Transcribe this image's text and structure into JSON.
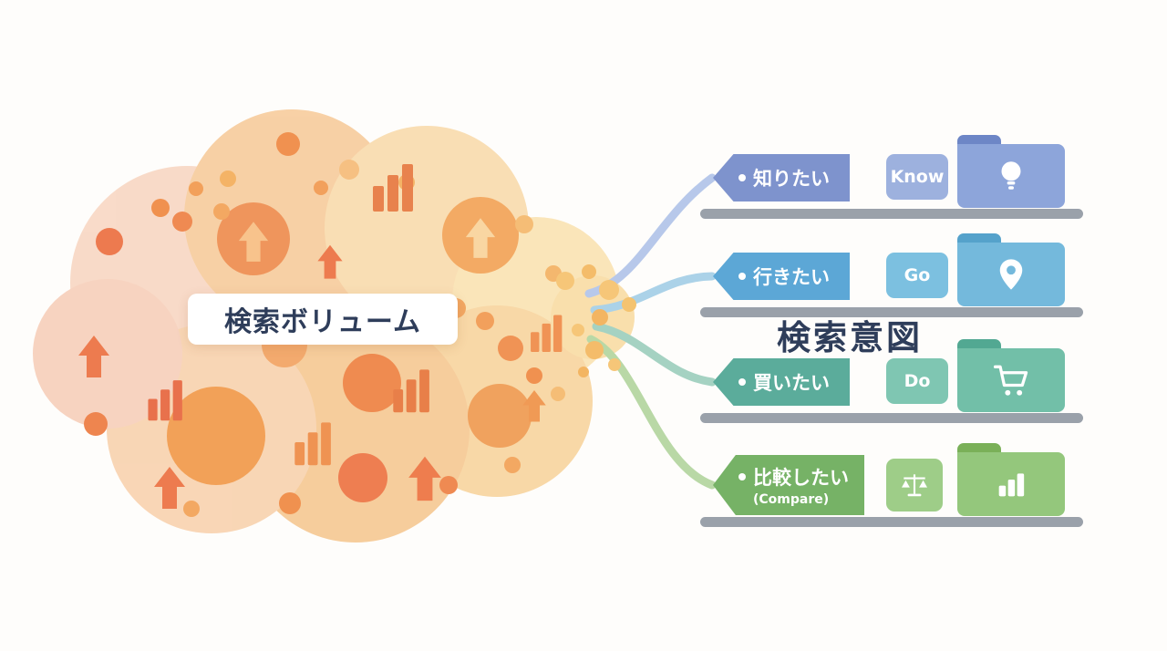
{
  "title": {
    "cloud_label": "検索ボリューム",
    "intent_label": "検索意図"
  },
  "rows": [
    {
      "tag": "知りたい",
      "chip": "Know",
      "folder_icon": "lightbulb-icon",
      "tag_color": "#7e93cd",
      "chip_color": "#9db1de",
      "folder_color": "#8da5da",
      "connector_color": "#b7c8ea"
    },
    {
      "tag": "行きたい",
      "chip": "Go",
      "folder_icon": "location-pin-icon",
      "tag_color": "#5ca7d6",
      "chip_color": "#7cc0e0",
      "folder_color": "#74b9dc",
      "connector_color": "#abd2e8"
    },
    {
      "tag": "買いたい",
      "chip": "Do",
      "folder_icon": "shopping-cart-icon",
      "tag_color": "#5bac9b",
      "chip_color": "#7fc6b2",
      "folder_color": "#72bfa8",
      "connector_color": "#a5d2c2"
    },
    {
      "tag": "比較したい",
      "tag_sub": "(Compare)",
      "chip_icon": "scales-icon",
      "folder_icon": "bar-chart-icon",
      "tag_color": "#76b266",
      "chip_color": "#9ecd88",
      "folder_color": "#94c77c",
      "connector_color": "#b9d8a6"
    }
  ],
  "palette": {
    "background": "#fefdfb",
    "heading_text": "#2e3d5a",
    "shelf_gray": "#9aa1aa",
    "cloud_peach": "#f8d8c4",
    "cloud_orange": "#ef8a50",
    "cloud_yellow": "#f8dca8"
  }
}
